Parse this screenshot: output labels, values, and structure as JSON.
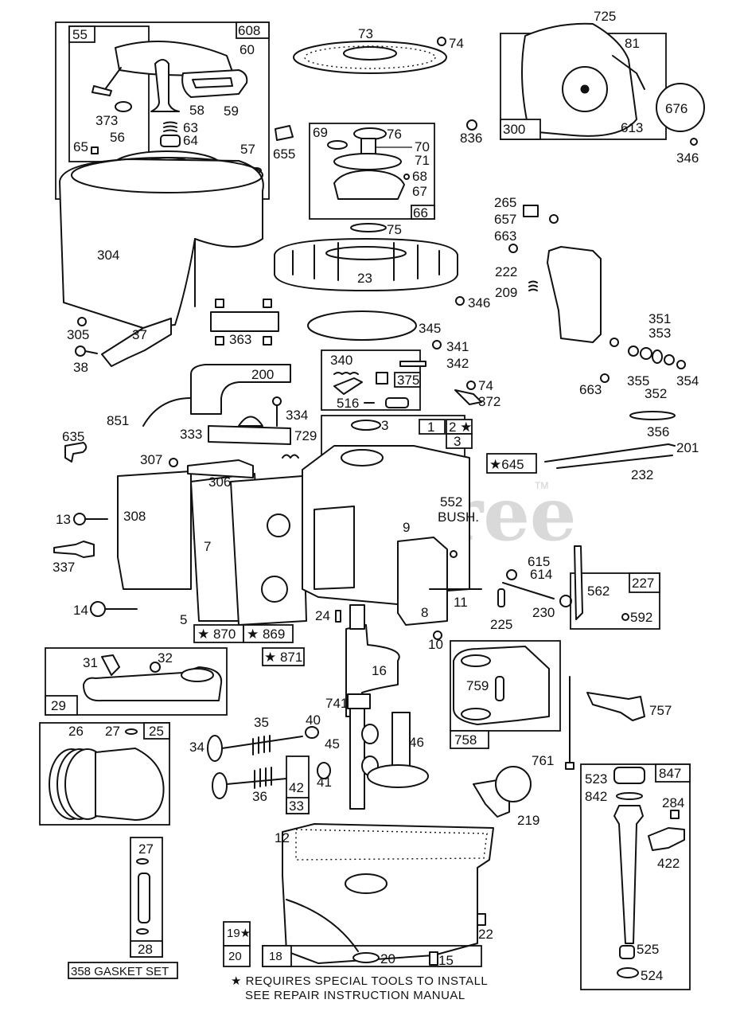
{
  "watermark": {
    "text": "PartsTree",
    "trademark": "TM"
  },
  "footnote": {
    "line1": "★ REQUIRES SPECIAL TOOLS TO INSTALL",
    "line2": "SEE REPAIR INSTRUCTION MANUAL"
  },
  "kits": {
    "k55": "55",
    "k608": "608",
    "k66": "66",
    "k300": "300",
    "k375": "375",
    "k1": "1",
    "k2": "2 ★",
    "k3": "3",
    "k645": "★645",
    "k870": "★ 870",
    "k869": "★ 869",
    "k871": "★ 871",
    "k29": "29",
    "k25": "25",
    "k227": "227",
    "k758": "758",
    "k42": "42",
    "k33": "33",
    "k847": "847",
    "k19": "19★",
    "k20a": "20",
    "k18": "18",
    "k28": "28",
    "k358": "358 GASKET SET"
  },
  "parts": {
    "p60": "60",
    "p58": "58",
    "p59": "59",
    "p373": "373",
    "p63": "63",
    "p64": "64",
    "p65": "65",
    "p56": "56",
    "p57": "57",
    "p304": "304",
    "p305": "305",
    "p38": "38",
    "p37": "37",
    "p363": "363",
    "p73": "73",
    "p74a": "74",
    "p655": "655",
    "p69": "69",
    "p76": "76",
    "p70": "70",
    "p71": "71",
    "p68": "68",
    "p67": "67",
    "p75": "75",
    "p23": "23",
    "p346a": "346",
    "p345": "345",
    "p725": "725",
    "p81": "81",
    "p676": "676",
    "p836": "836",
    "p613": "613",
    "p346b": "346",
    "p265": "265",
    "p657": "657",
    "p663a": "663",
    "p222": "222",
    "p209": "209",
    "p351": "351",
    "p353": "353",
    "p355": "355",
    "p352": "352",
    "p354": "354",
    "p663b": "663",
    "p356": "356",
    "p201": "201",
    "p232": "232",
    "p340": "340",
    "p341": "341",
    "p342": "342",
    "p516": "516",
    "p74b": "74",
    "p372": "372",
    "p200": "200",
    "p851": "851",
    "p334": "334",
    "p333": "333",
    "p729": "729",
    "p635": "635",
    "p307": "307",
    "p306": "306",
    "p3": "3",
    "p13": "13",
    "p308": "308",
    "p337": "337",
    "p7": "7",
    "p14": "14",
    "p5": "5",
    "p552": "552",
    "p552b": "BUSH.",
    "p9": "9",
    "p24": "24",
    "p8": "8",
    "p11": "11",
    "p10": "10",
    "p615": "615",
    "p614": "614",
    "p225": "225",
    "p230": "230",
    "p562": "562",
    "p592": "592",
    "p31": "31",
    "p32": "32",
    "p16": "16",
    "p741": "741",
    "p759": "759",
    "p757": "757",
    "p26": "26",
    "p27a": "27",
    "p35": "35",
    "p40": "40",
    "p34": "34",
    "p45": "45",
    "p46": "46",
    "p36": "36",
    "p41": "41",
    "p761": "761",
    "p219": "219",
    "p523": "523",
    "p842": "842",
    "p284": "284",
    "p422": "422",
    "p525": "525",
    "p524": "524",
    "p12": "12",
    "p22": "22",
    "p15": "15",
    "p20b": "20",
    "p27b": "27"
  }
}
